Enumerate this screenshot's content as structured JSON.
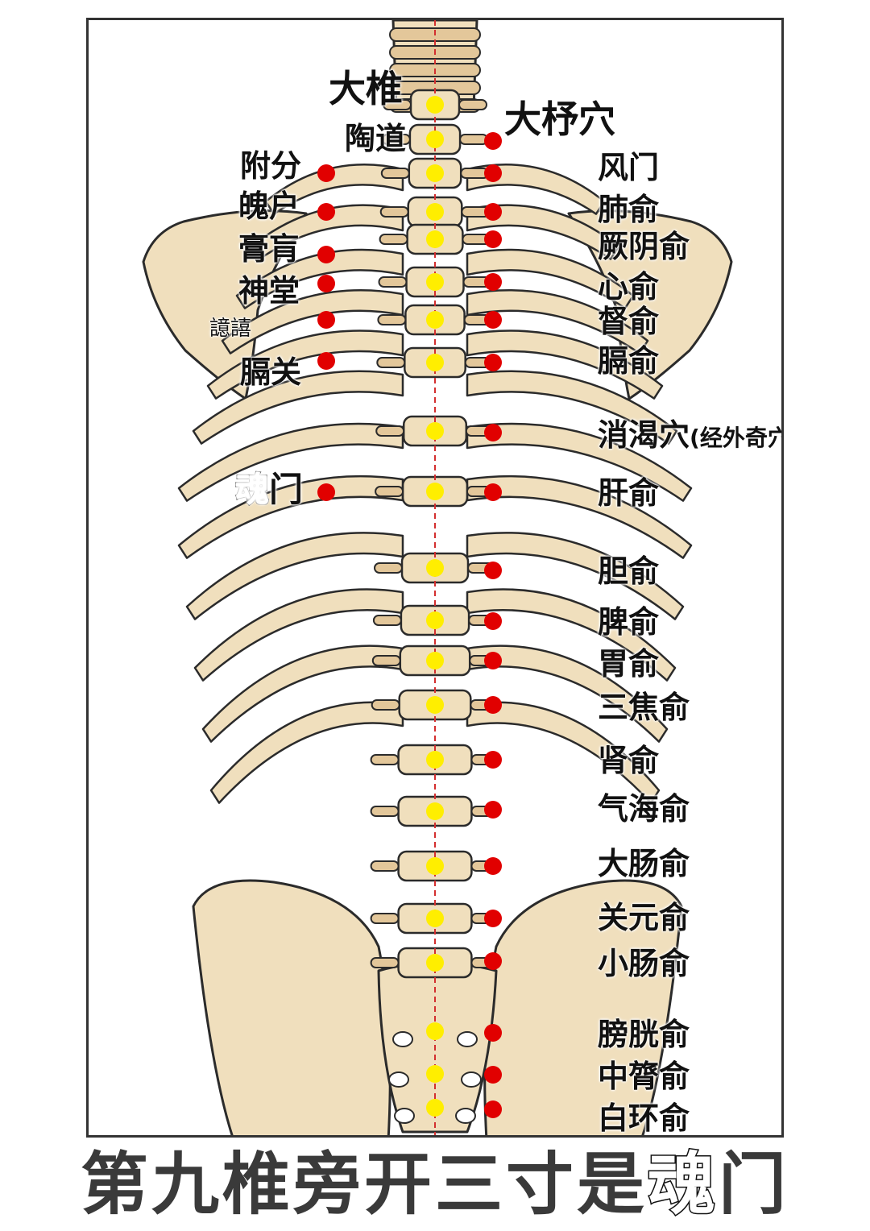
{
  "colors": {
    "bone": "#f0dfbd",
    "bone_shade": "#e3c79a",
    "outline": "#2b2b2b",
    "midline": "#d32f2f",
    "governor_point": "#ffee00",
    "bladder_point": "#e10000"
  },
  "labels_top": {
    "dazhui": "大椎",
    "taodao": "陶道",
    "dazhu": "大杼穴"
  },
  "labels_left": {
    "fufen": "附分",
    "pohu": "魄户",
    "gaohuang": "膏肓",
    "shentang": "神堂",
    "yixi": "譩譆",
    "geguan": "膈关",
    "hunmen_hl": "魂",
    "hunmen_rest": "门"
  },
  "labels_right": {
    "fengmen": "风门",
    "feishu": "肺俞",
    "jueyinshu": "厥阴俞",
    "xinshu": "心俞",
    "dushu": "督俞",
    "geshu": "膈俞",
    "xiaoke": "消渴穴",
    "xiaoke_note": "(经外奇穴)",
    "ganshu": "肝俞",
    "danshu": "胆俞",
    "pishu": "脾俞",
    "weishu": "胃俞",
    "sanjiaoshu": "三焦俞",
    "shenshu": "肾俞",
    "qihaishu": "气海俞",
    "dachangshu": "大肠俞",
    "guanyuanshu": "关元俞",
    "xiaochangshu": "小肠俞",
    "pangguangshu": "膀胱俞",
    "zhonglvshu": "中膂俞",
    "baihuanshu": "白环俞"
  },
  "caption": {
    "main": "第九椎旁开三寸是",
    "highlight": "魂",
    "end": "门"
  }
}
